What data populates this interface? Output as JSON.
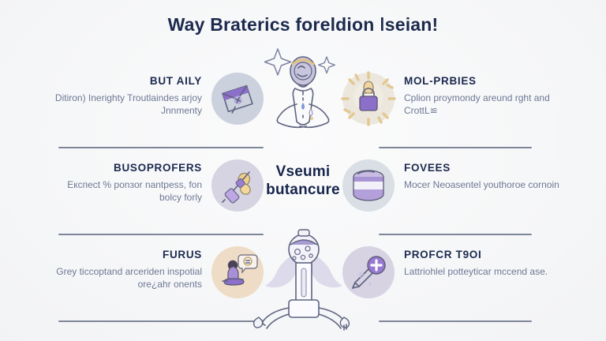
{
  "poster": {
    "title": "Way Braterics foreldion ǀseian!",
    "background_color": "#f7f8f9",
    "heading_color": "#1c2a4e",
    "body_color": "#6d7894",
    "divider_color": "#7d8698"
  },
  "center": {
    "headline_line1": "Vseumi",
    "headline_line2": "butancure",
    "top_illustration": "anchor-sparkle-illustration",
    "bottom_illustration": "lamp-stand-illustration"
  },
  "left_column": [
    {
      "heading": "BUT AILY",
      "body": "Ditiron) Inerighty Troutlaindes arjoy Jnnmenty",
      "icon": "envelope-icon",
      "badge_color": "#ccd2dd"
    },
    {
      "heading": "BUSOPROFERS",
      "body": "Експect % ponзor nantpess, fon bolcy forly",
      "icon": "flower-syringe-icon",
      "badge_color": "#d6d4e2"
    },
    {
      "heading": "FURUS",
      "body": "Grey ticcoptand arceriden inspotial ore¿ahr onents",
      "icon": "meditating-person-icon",
      "badge_color": "#eedcc6"
    }
  ],
  "right_column": [
    {
      "heading": "MOL-PRBIES",
      "body": "Cplion proymondy areund rght and CrottL≌",
      "icon": "sunburst-basket-icon",
      "badge_color": "#ece7dc"
    },
    {
      "heading": "FOVEES",
      "body": "Mocer Neoasentel youthoroe cornoin",
      "icon": "jar-container-icon",
      "badge_color": "#d9dfe4"
    },
    {
      "heading": "PROFCR T9OI",
      "body": "Lаttriohlel potteyticar mccend ase.",
      "icon": "pen-plus-icon",
      "badge_color": "#d7d3e3"
    }
  ]
}
